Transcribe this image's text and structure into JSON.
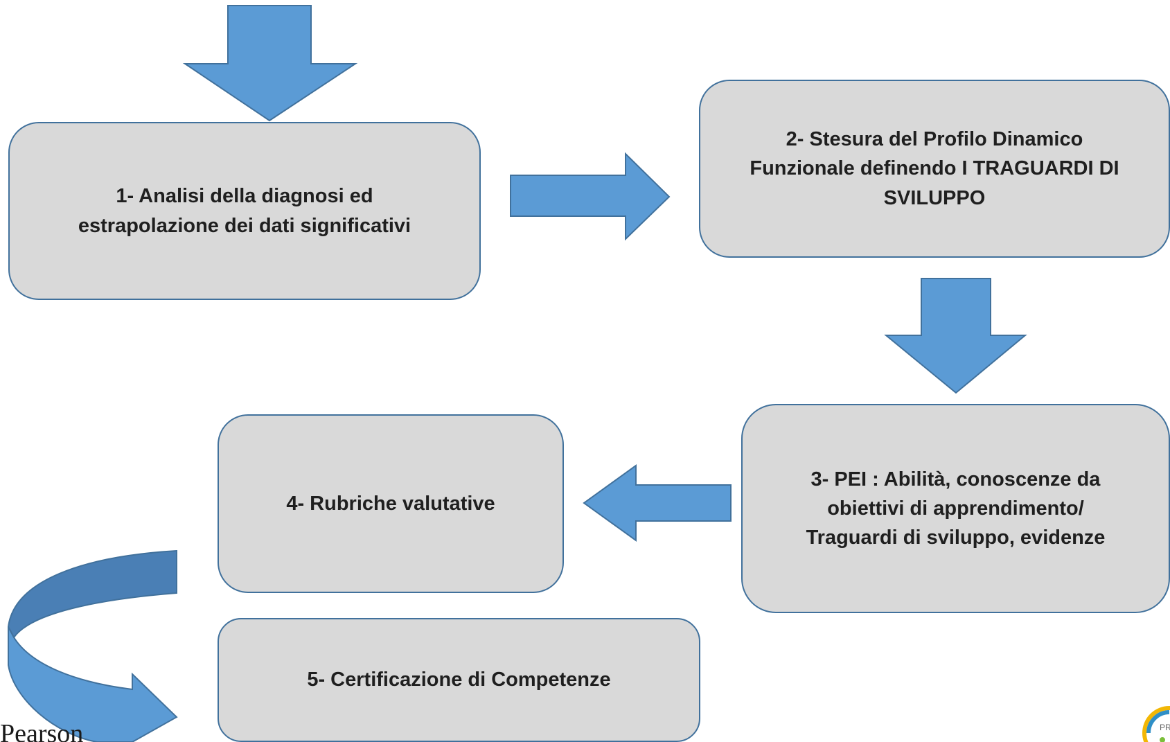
{
  "steps": [
    {
      "id": "step1",
      "label": "1- Analisi della diagnosi ed\nestrapolazione dei dati significativi"
    },
    {
      "id": "step2",
      "label": "2- Stesura del Profilo Dinamico\nFunzionale definendo I TRAGUARDI DI\nSVILUPPO"
    },
    {
      "id": "step3",
      "label": "3- PEI : Abilità, conoscenze da\nobiettivi di apprendimento/\nTraguardi di sviluppo, evidenze"
    },
    {
      "id": "step4",
      "label": "4- Rubriche valutative"
    },
    {
      "id": "step5",
      "label": "5- Certificazione di Competenze"
    }
  ],
  "logos": {
    "publisher": "Pearson",
    "corner_badge": "PR"
  },
  "colors": {
    "box_fill": "#d9d9d9",
    "box_border": "#41719c",
    "arrow_fill": "#5b9bd5",
    "arrow_border": "#41719c",
    "curved_arrow_dark": "#4a7fb5"
  }
}
